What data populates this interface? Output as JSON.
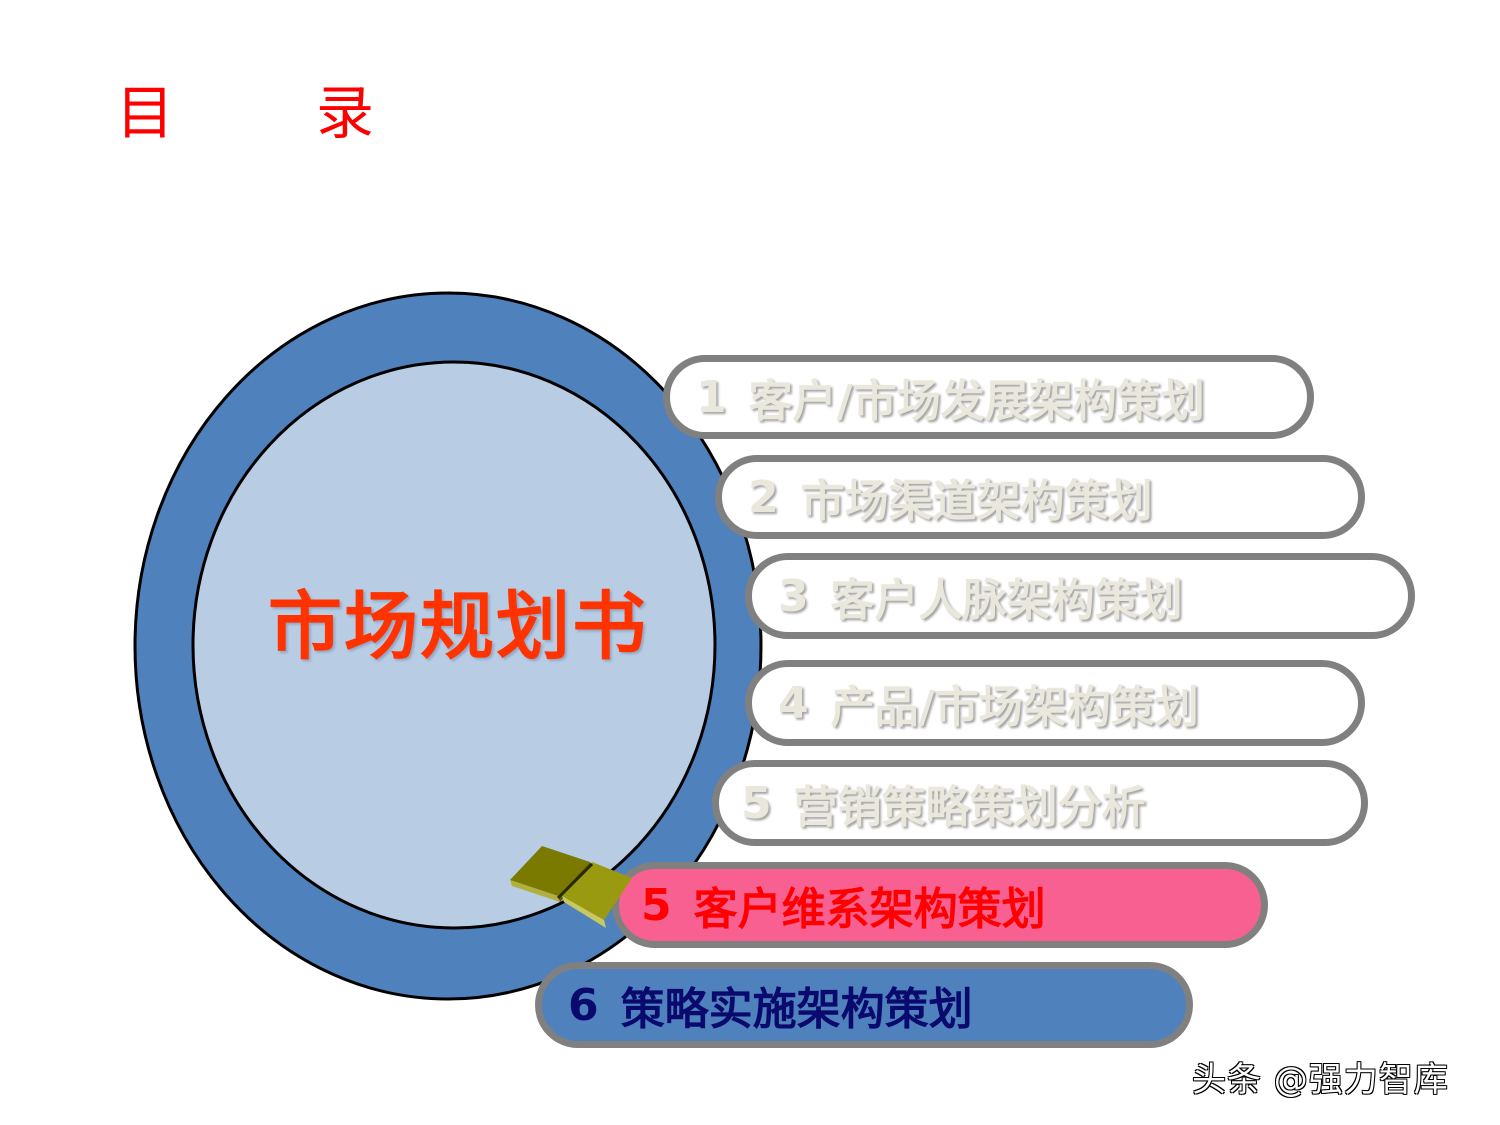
{
  "slide": {
    "title_chars": [
      "目",
      "录"
    ],
    "center_title": "市场规划书",
    "colors": {
      "title_red": "#ff0000",
      "ring_outer": "#4f81bd",
      "ring_inner": "#b8cce4",
      "center_title": "#ff3300",
      "active_pill": "#f76090",
      "next_pill": "#4f81bd",
      "pill_border": "#808080"
    },
    "items": [
      {
        "num": "1",
        "label": "客户/市场发展架构策划",
        "state": "inactive"
      },
      {
        "num": "2",
        "label": "市场渠道架构策划",
        "state": "inactive"
      },
      {
        "num": "3",
        "label": "客户人脉架构策划",
        "state": "inactive"
      },
      {
        "num": "4",
        "label": "产品/市场架构策划",
        "state": "inactive"
      },
      {
        "num": "5",
        "label": "营销策略策划分析",
        "state": "inactive"
      },
      {
        "num": "5",
        "label": "客户维系架构策划",
        "state": "active"
      },
      {
        "num": "6",
        "label": "策略实施架构策划",
        "state": "next"
      }
    ],
    "icons": [
      "book-icon"
    ],
    "watermark": "头条 @强力智库"
  }
}
